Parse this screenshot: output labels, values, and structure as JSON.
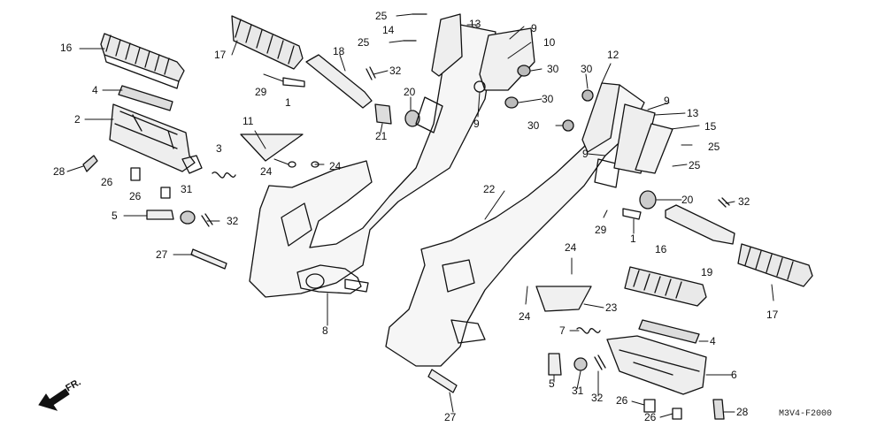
{
  "diagram": {
    "code": "M3V4-F2000",
    "direction": "FR."
  },
  "callouts": {
    "c1": "16",
    "c2": "4",
    "c3": "2",
    "c4": "28",
    "c5": "26",
    "c6": "26",
    "c7": "5",
    "c8": "31",
    "c9": "32",
    "c10": "3",
    "c11": "27",
    "c12": "17",
    "c13": "29",
    "c14": "1",
    "c15": "18",
    "c16": "32",
    "c17": "11",
    "c18": "24",
    "c19": "24",
    "c20": "21",
    "c21": "20",
    "c22": "25",
    "c23": "14",
    "c24": "25",
    "c25": "13",
    "c26": "9",
    "c27": "10",
    "c28": "30",
    "c29": "30",
    "c30": "9",
    "c31": "8",
    "c32": "30",
    "c33": "12",
    "c34": "30",
    "c35": "9",
    "c36": "13",
    "c37": "15",
    "c38": "9",
    "c39": "25",
    "c40": "25",
    "c41": "22",
    "c42": "20",
    "c43": "32",
    "c44": "29",
    "c45": "1",
    "c46": "16",
    "c47": "19",
    "c48": "24",
    "c49": "24",
    "c50": "23",
    "c51": "7",
    "c52": "17",
    "c53": "4",
    "c54": "6",
    "c55": "5",
    "c56": "31",
    "c57": "32",
    "c58": "26",
    "c59": "26",
    "c60": "28",
    "c61": "27"
  }
}
